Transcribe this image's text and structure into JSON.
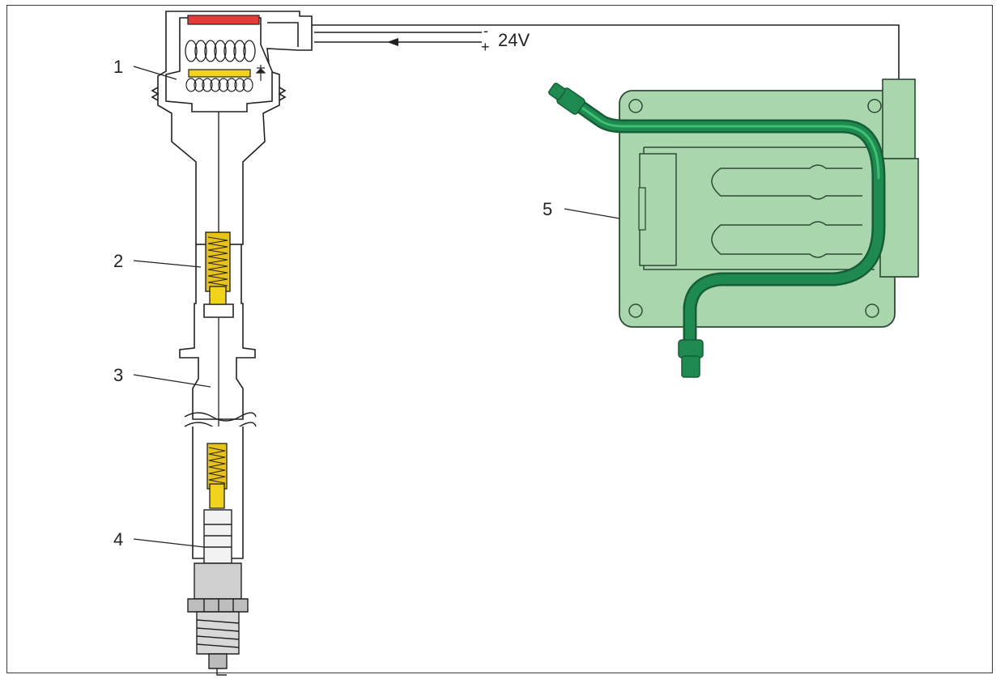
{
  "callouts": [
    {
      "id": "1",
      "text": "1"
    },
    {
      "id": "2",
      "text": "2"
    },
    {
      "id": "3",
      "text": "3"
    },
    {
      "id": "4",
      "text": "4"
    },
    {
      "id": "5",
      "text": "5"
    }
  ],
  "supply": {
    "voltage": "24V",
    "minus": "-",
    "plus": "+"
  },
  "colors": {
    "module_fill": "#a9d6ad",
    "module_stroke": "#2d4a35",
    "pipe": "#1e8a4f",
    "pipe_dark": "#155e36",
    "magnet": "#e63b3b",
    "core": "#f2d31c",
    "spring_body": "#e7c31a",
    "outline": "#222222"
  }
}
